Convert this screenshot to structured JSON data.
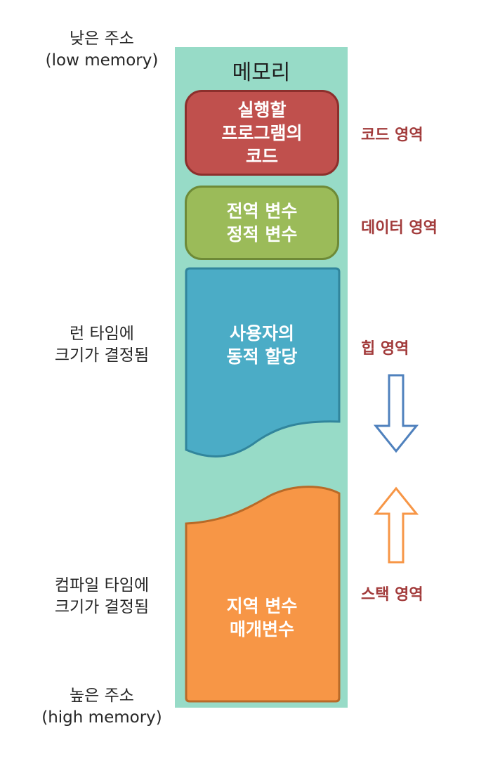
{
  "memory": {
    "title": "메모리",
    "code_block": {
      "line1": "실행할",
      "line2": "프로그램의",
      "line3": "코드"
    },
    "data_block": {
      "line1": "전역 변수",
      "line2": "정적 변수"
    },
    "heap_block": {
      "line1": "사용자의",
      "line2": "동적 할당"
    },
    "stack_block": {
      "line1": "지역 변수",
      "line2": "매개변수"
    }
  },
  "left_labels": {
    "low_address": {
      "line1": "낮은 주소",
      "line2": "(low memory)"
    },
    "runtime": {
      "line1": "런 타임에",
      "line2": "크기가 결정됨"
    },
    "compile_time": {
      "line1": "컴파일 타임에",
      "line2": "크기가 결정됨"
    },
    "high_address": {
      "line1": "높은 주소",
      "line2": "(high memory)"
    }
  },
  "right_labels": {
    "code_region": "코드 영역",
    "data_region": "데이터 영역",
    "heap_region": "힙 영역",
    "stack_region": "스택 영역"
  },
  "colors": {
    "memory_bg": "#97dbc7",
    "code": "#c0504d",
    "data": "#9bbb59",
    "heap": "#4bacc6",
    "stack": "#f79646",
    "region_label": "#a23b3b",
    "heap_arrow": "#4f81bd",
    "stack_arrow": "#f79646"
  },
  "arrows": {
    "heap_growth": "arrow-down-icon",
    "stack_growth": "arrow-up-icon"
  }
}
